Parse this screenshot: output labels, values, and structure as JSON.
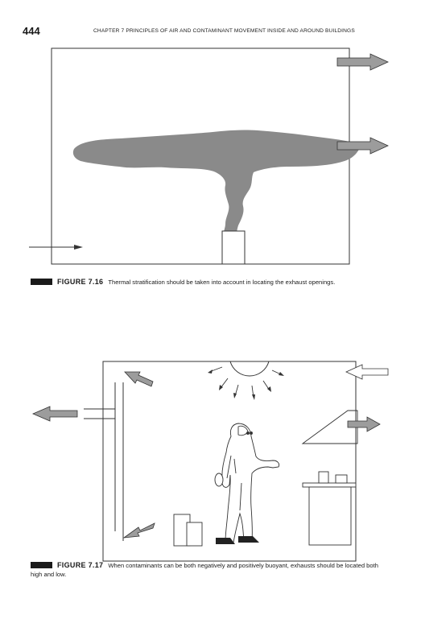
{
  "header": {
    "page_number": "444",
    "running_head": "CHAPTER 7 PRINCIPLES OF AIR AND CONTAMINANT MOVEMENT INSIDE AND AROUND BUILDINGS"
  },
  "figure_7_16": {
    "label": "FIGURE 7.16",
    "caption": "Thermal stratification should be taken into account in locating the exhaust openings."
  },
  "figure_7_17": {
    "label": "FIGURE 7.17",
    "caption": "When contaminants can be both negatively and positively buoyant, exhausts should be located both high and low."
  },
  "colors": {
    "plume": "#8a8a8a",
    "arrow_fill": "#9c9c9c",
    "line": "#333333"
  }
}
